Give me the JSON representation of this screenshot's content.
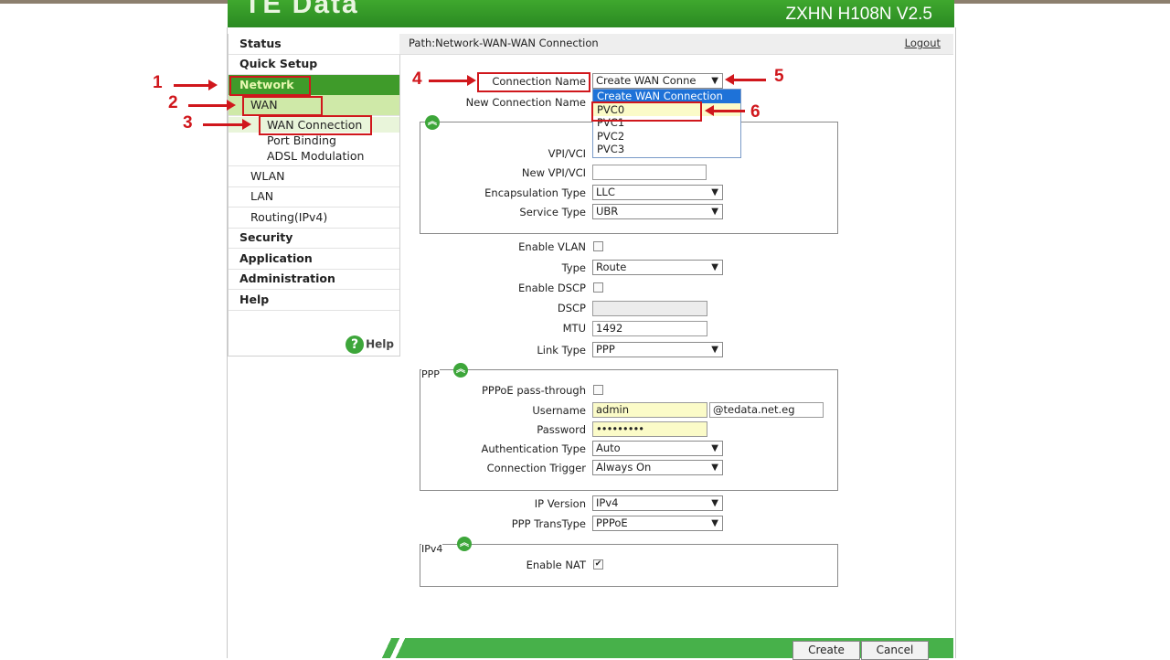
{
  "header": {
    "logo": "TE Data",
    "model": "ZXHN H108N V2.5"
  },
  "sidebar": {
    "items": [
      {
        "label": "Status"
      },
      {
        "label": "Quick Setup"
      },
      {
        "label": "Network"
      },
      {
        "label": "WAN"
      },
      {
        "label": "WAN Connection"
      },
      {
        "label": "Port Binding"
      },
      {
        "label": "ADSL Modulation"
      },
      {
        "label": "WLAN"
      },
      {
        "label": "LAN"
      },
      {
        "label": "Routing(IPv4)"
      },
      {
        "label": "Security"
      },
      {
        "label": "Application"
      },
      {
        "label": "Administration"
      },
      {
        "label": "Help"
      }
    ],
    "help_label": "Help",
    "help_icon_glyph": "?"
  },
  "path": {
    "text": "Path:Network-WAN-WAN Connection",
    "logout": "Logout"
  },
  "form": {
    "connection_name": {
      "label": "Connection Name",
      "value": "Create WAN Conne"
    },
    "new_connection_name": {
      "label": "New Connection Name"
    },
    "dropdown": {
      "options": [
        "Create WAN Connection",
        "PVC0",
        "PVC1",
        "PVC2",
        "PVC3"
      ]
    },
    "vpi_vci": {
      "label": "VPI/VCI"
    },
    "new_vpi_vci": {
      "label": "New VPI/VCI",
      "value": ""
    },
    "encapsulation_type": {
      "label": "Encapsulation Type",
      "value": "LLC"
    },
    "service_type": {
      "label": "Service Type",
      "value": "UBR"
    },
    "enable_vlan": {
      "label": "Enable VLAN"
    },
    "type": {
      "label": "Type",
      "value": "Route"
    },
    "enable_dscp": {
      "label": "Enable DSCP"
    },
    "dscp": {
      "label": "DSCP",
      "value": ""
    },
    "mtu": {
      "label": "MTU",
      "value": "1492"
    },
    "link_type": {
      "label": "Link Type",
      "value": "PPP"
    },
    "ppp": {
      "title": "PPP",
      "pppoe_passthrough": {
        "label": "PPPoE pass-through"
      },
      "username": {
        "label": "Username",
        "value": "admin",
        "domain": "@tedata.net.eg"
      },
      "password": {
        "label": "Password",
        "value": "•••••••••"
      },
      "auth_type": {
        "label": "Authentication Type",
        "value": "Auto"
      },
      "conn_trigger": {
        "label": "Connection Trigger",
        "value": "Always On"
      }
    },
    "ip_version": {
      "label": "IP Version",
      "value": "IPv4"
    },
    "ppp_transtype": {
      "label": "PPP TransType",
      "value": "PPPoE"
    },
    "ipv4": {
      "title": "IPv4",
      "enable_nat": {
        "label": "Enable NAT",
        "mark": "✔"
      }
    }
  },
  "buttons": {
    "create": "Create",
    "cancel": "Cancel"
  },
  "annotations": [
    "1",
    "2",
    "3",
    "4",
    "5",
    "6"
  ],
  "glyphs": {
    "collapse": "︽",
    "dropdown_arrow": "▼"
  },
  "colors": {
    "brand_green": "#3fa82e",
    "annotation_red": "#d0171c",
    "selection_blue": "#1e72d8"
  }
}
